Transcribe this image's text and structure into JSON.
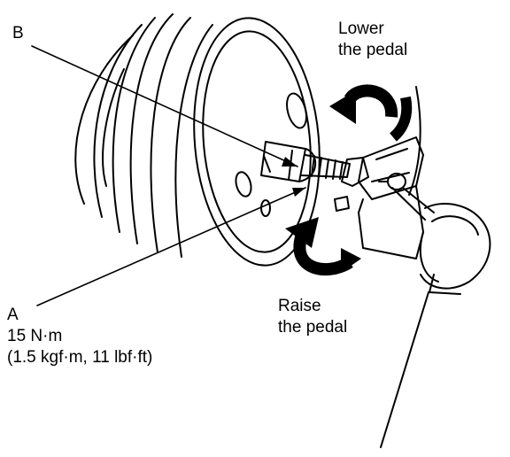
{
  "labels": {
    "b": "B",
    "lower_line1": "Lower",
    "lower_line2": "the pedal",
    "raise_line1": "Raise",
    "raise_line2": "the pedal",
    "a": "A",
    "torque_line1": "15 N·m",
    "torque_line2": "(1.5 kgf·m, 11 lbf·ft)"
  },
  "colors": {
    "ink": "#000000",
    "paper": "#ffffff"
  }
}
